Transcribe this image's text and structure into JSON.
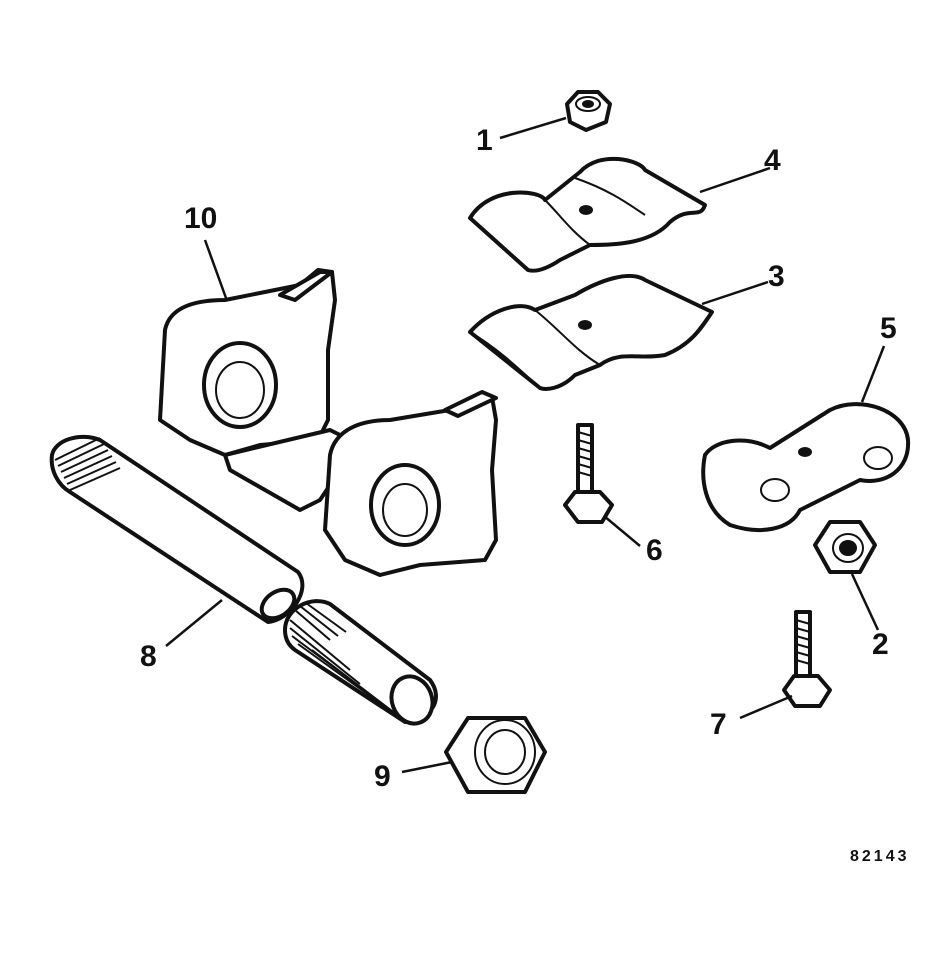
{
  "diagram": {
    "figure_number": "82143",
    "callouts": {
      "c1": "1",
      "c2": "2",
      "c3": "3",
      "c4": "4",
      "c5": "5",
      "c6": "6",
      "c7": "7",
      "c8": "8",
      "c9": "9",
      "c10": "10"
    }
  }
}
